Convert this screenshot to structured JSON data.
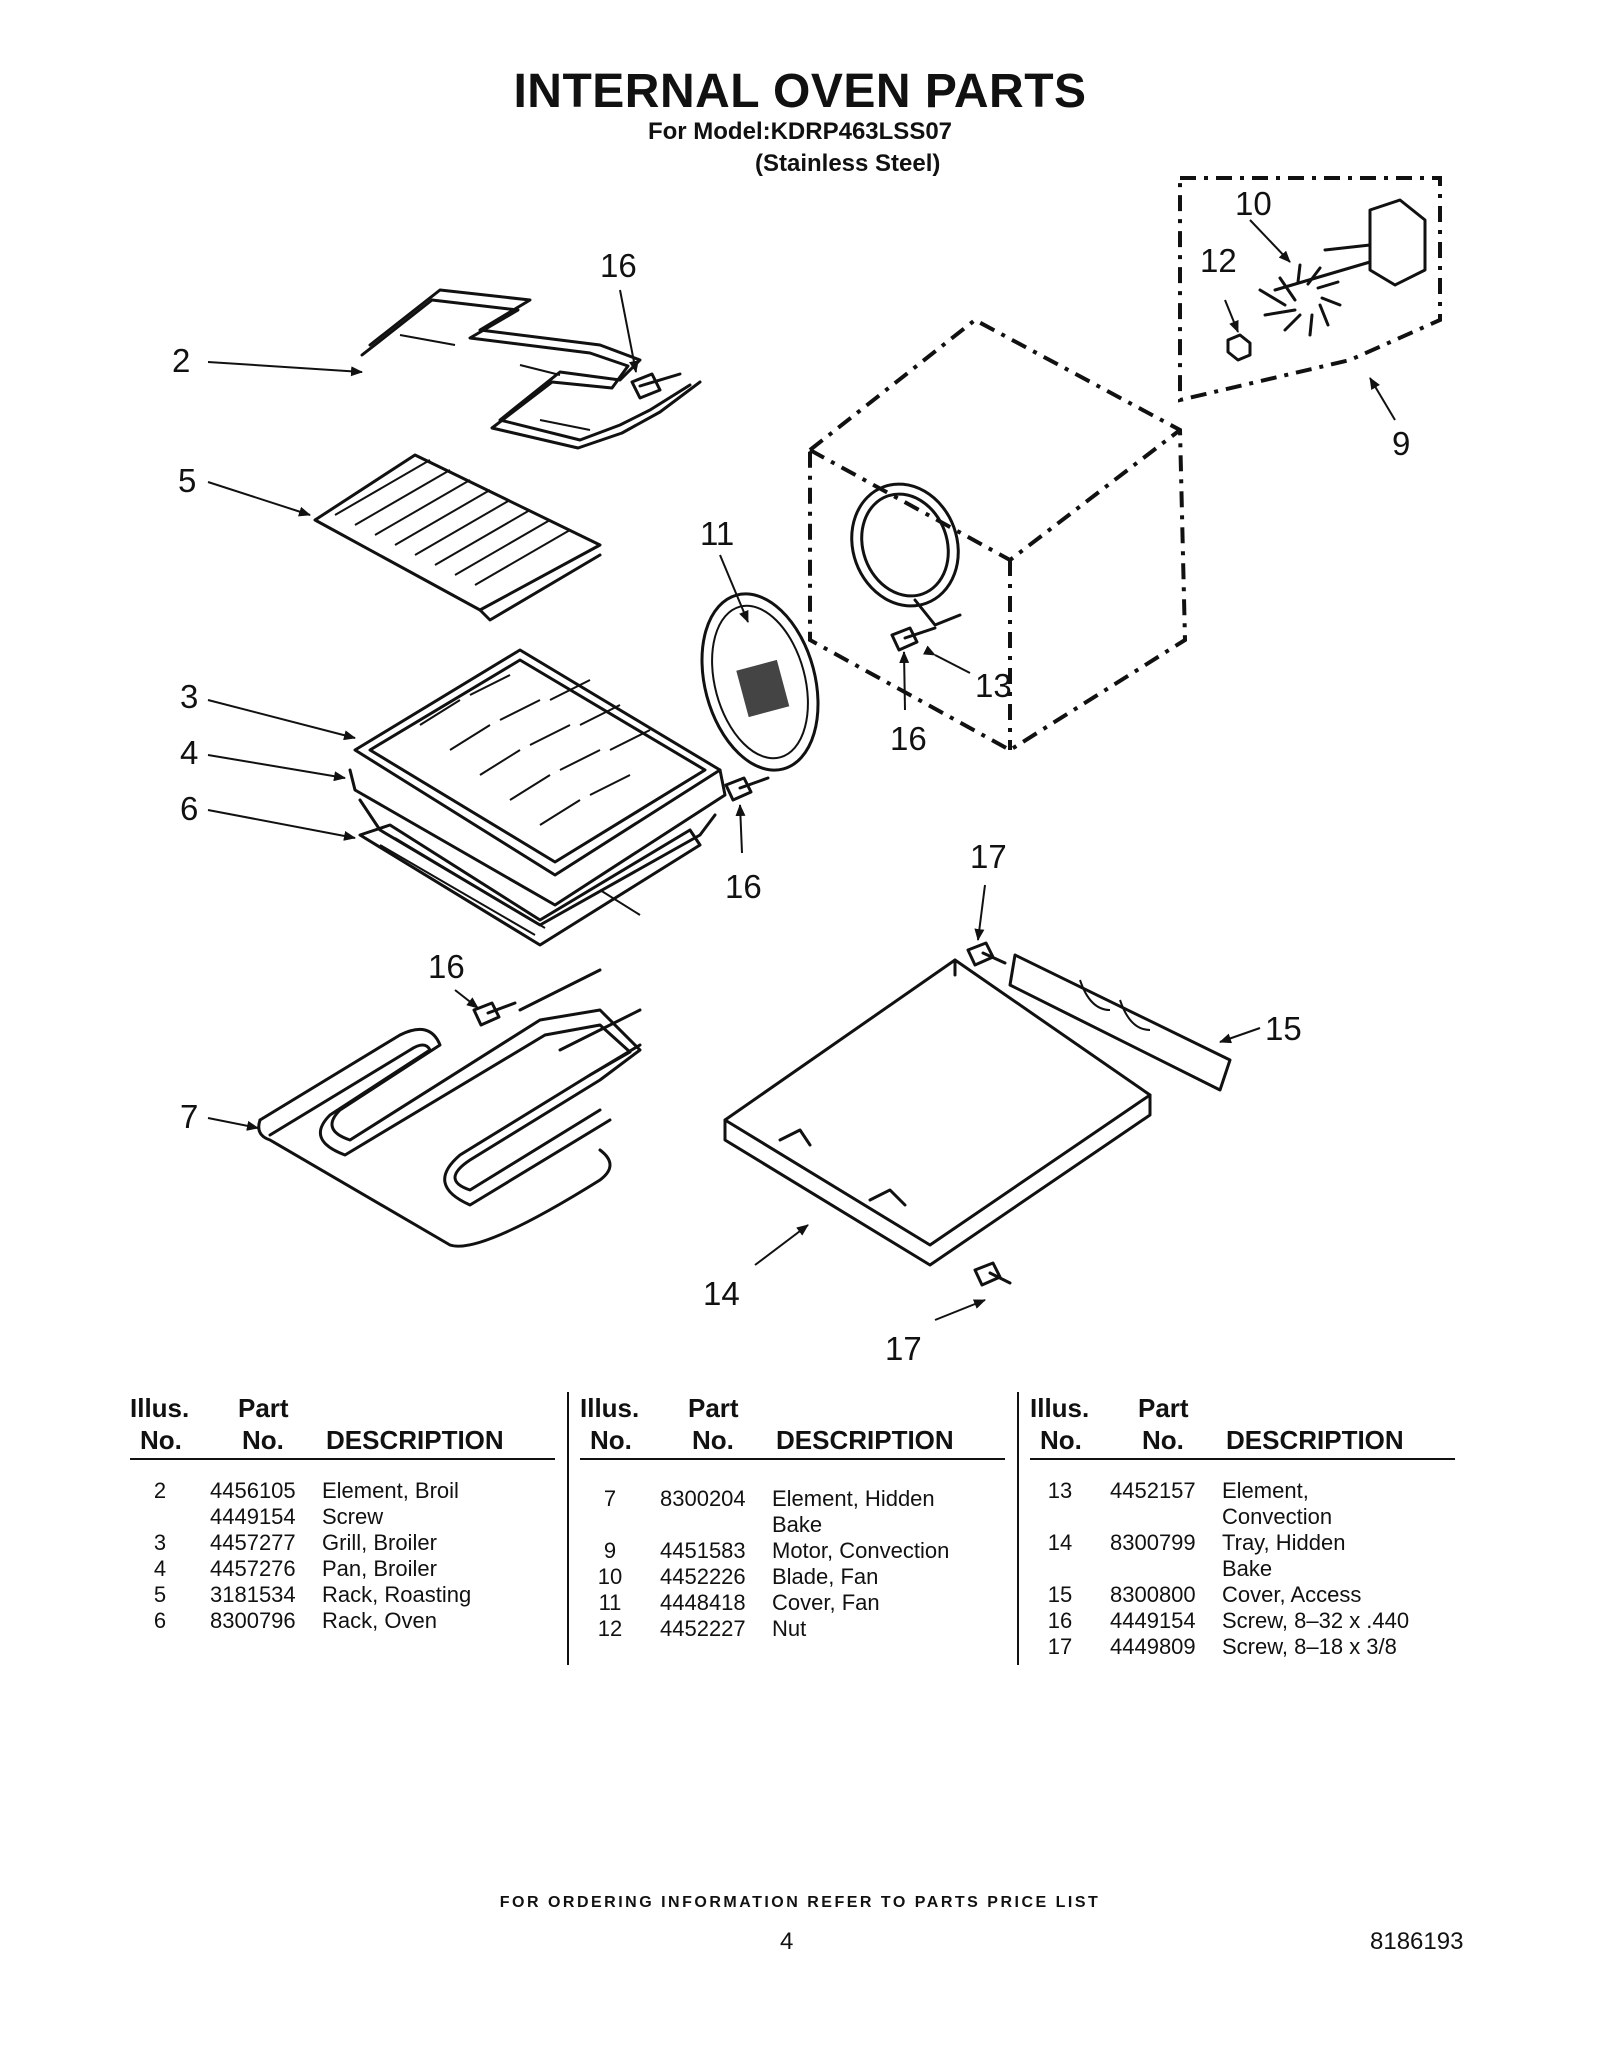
{
  "header": {
    "title": "INTERNAL OVEN PARTS",
    "model_line": "For Model:KDRP463LSS07",
    "finish_line": "(Stainless Steel)"
  },
  "diagram": {
    "callouts": [
      "16",
      "2",
      "5",
      "11",
      "3",
      "4",
      "6",
      "16",
      "16",
      "13",
      "16",
      "10",
      "12",
      "9",
      "17",
      "15",
      "7",
      "14",
      "17"
    ]
  },
  "table": {
    "headers": {
      "illus_a": "Illus.",
      "illus_b": "No.",
      "part_a": "Part",
      "part_b": "No.",
      "desc": "DESCRIPTION"
    },
    "columns": [
      [
        {
          "illus": "2",
          "part": "4456105",
          "desc": "Element, Broil"
        },
        {
          "illus": "",
          "part": "4449154",
          "desc": "Screw"
        },
        {
          "illus": "3",
          "part": "4457277",
          "desc": "Grill, Broiler"
        },
        {
          "illus": "4",
          "part": "4457276",
          "desc": "Pan, Broiler"
        },
        {
          "illus": "5",
          "part": "3181534",
          "desc": "Rack, Roasting"
        },
        {
          "illus": "6",
          "part": "8300796",
          "desc": "Rack, Oven"
        }
      ],
      [
        {
          "illus": "7",
          "part": "8300204",
          "desc": "Element, Hidden Bake"
        },
        {
          "illus": "9",
          "part": "4451583",
          "desc": "Motor, Convection"
        },
        {
          "illus": "10",
          "part": "4452226",
          "desc": "Blade, Fan"
        },
        {
          "illus": "11",
          "part": "4448418",
          "desc": "Cover, Fan"
        },
        {
          "illus": "12",
          "part": "4452227",
          "desc": "Nut"
        }
      ],
      [
        {
          "illus": "13",
          "part": "4452157",
          "desc": "Element, Convection"
        },
        {
          "illus": "14",
          "part": "8300799",
          "desc": "Tray, Hidden Bake"
        },
        {
          "illus": "15",
          "part": "8300800",
          "desc": "Cover, Access"
        },
        {
          "illus": "16",
          "part": "4449154",
          "desc": "Screw, 8–32 x .440"
        },
        {
          "illus": "17",
          "part": "4449809",
          "desc": "Screw, 8–18 x 3/8"
        }
      ]
    ]
  },
  "footer": {
    "ordering_note": "FOR ORDERING INFORMATION REFER TO PARTS PRICE LIST",
    "page_number": "4",
    "document_number": "8186193"
  }
}
